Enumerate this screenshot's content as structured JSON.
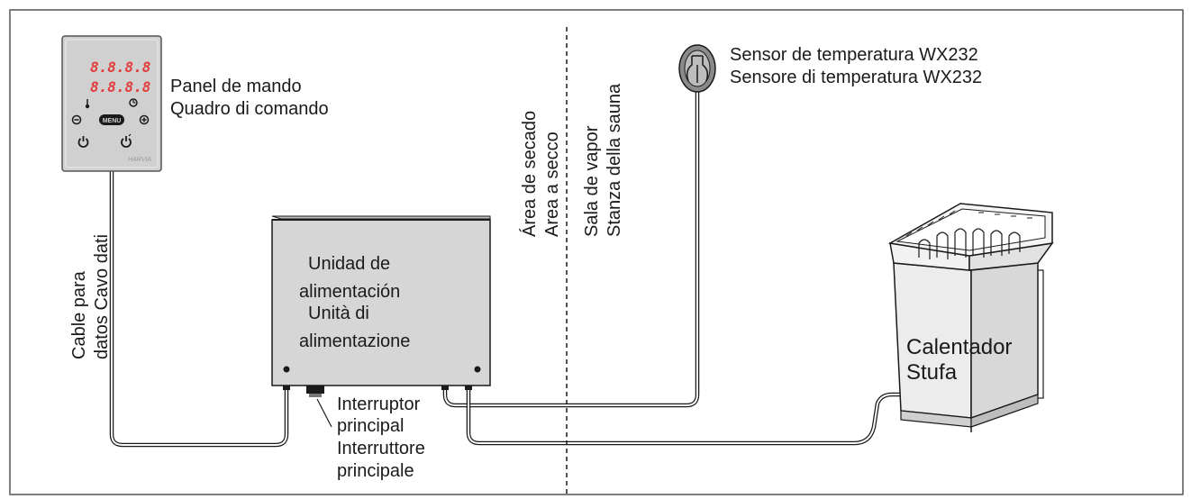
{
  "labels": {
    "panel": [
      "Panel de mando",
      "Quadro di comando"
    ],
    "panel_display": [
      "8.8.8.8",
      "8.8.8.8"
    ],
    "panel_brand": "HARVIA",
    "panel_menu": "MENU",
    "data_cable": [
      "Cable para",
      "datos Cavo dati"
    ],
    "power_unit": [
      "Unidad de",
      "alimentación",
      "Unità di",
      "alimentazione"
    ],
    "main_switch": [
      "Interruptor",
      "principal",
      "Interruttore",
      "principale"
    ],
    "dry_area": [
      "Área de secado",
      "Area a secco"
    ],
    "steam_room": [
      "Sala de vapor",
      "Stanza della sauna"
    ],
    "sensor": [
      "Sensor de temperatura WX232",
      "Sensore di temperatura WX232"
    ],
    "heater": [
      "Calentador",
      "Stufa"
    ]
  },
  "colors": {
    "device_fill": "#d6d6d6",
    "panel_fill": "#d0d0d0",
    "line": "#1a1a1a",
    "frame": "#555555",
    "display_red": "#e23b3b"
  },
  "icons": {
    "thermometer": "thermometer-icon",
    "clock": "clock-icon",
    "minus": "minus-icon",
    "plus": "plus-icon",
    "power": "power-icon",
    "light": "light-icon"
  }
}
